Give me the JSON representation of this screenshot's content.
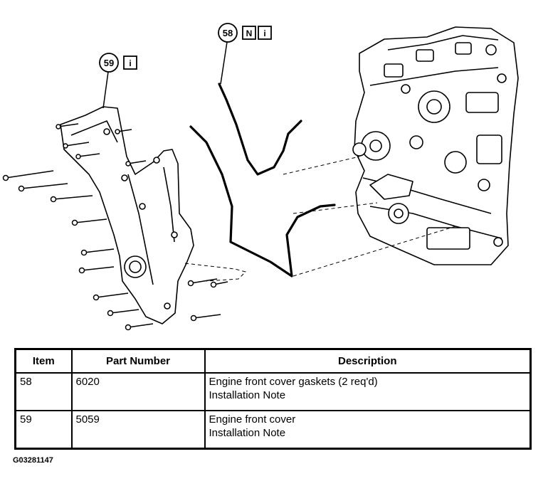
{
  "callouts": [
    {
      "number": "58",
      "badges": [
        "N",
        "i"
      ]
    },
    {
      "number": "59",
      "badges": [
        "i"
      ]
    }
  ],
  "table": {
    "headers": [
      "Item",
      "Part Number",
      "Description"
    ],
    "rows": [
      {
        "item": "58",
        "part_number": "6020",
        "description": [
          "Engine front cover gaskets (2 req'd)",
          "Installation Note"
        ]
      },
      {
        "item": "59",
        "part_number": "5059",
        "description": [
          "Engine front cover",
          "Installation Note"
        ]
      }
    ]
  },
  "figure_code": "G03281147"
}
